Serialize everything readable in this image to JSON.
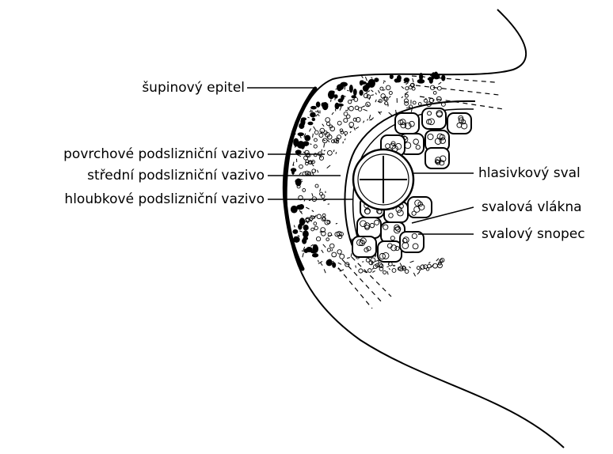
{
  "labels_left": [
    "šupinový epitel",
    "povrchové podslizniční vazivo",
    "střední podslizniční vazivo",
    "hloubkové podslizniční vazivo"
  ],
  "labels_right": [
    "hlasivkový sval",
    "svalová vlákna",
    "svalový snopec"
  ],
  "colors": {
    "ink": "#000000",
    "background": "#ffffff"
  }
}
